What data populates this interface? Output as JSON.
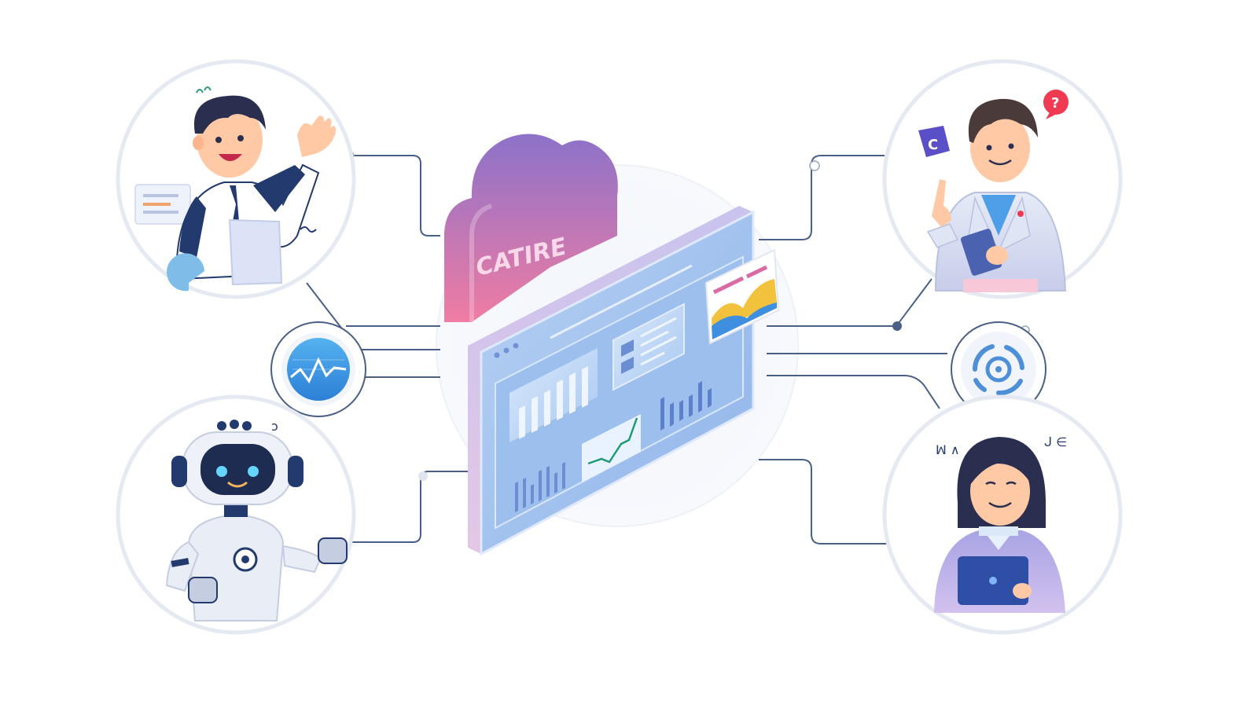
{
  "cloud": {
    "label": "CATIRE"
  },
  "colors": {
    "line": "#4a5f86",
    "circle_stroke": "#e4e9f2",
    "cloud_top": "#8b6fc8",
    "cloud_bottom": "#ef7fa4",
    "screen": "#a8c8ee",
    "screen_dark": "#6f93d6",
    "navy": "#233a6e",
    "skin": "#ffc9a6",
    "hair": "#2a2f4f",
    "accent_red": "#ef3a52",
    "accent_purple": "#5b4fc7",
    "accent_blue": "#3f8fe0"
  },
  "nodes": {
    "presenter": {
      "icon": "presenter-icon"
    },
    "doctor": {
      "icon": "doctor-icon",
      "badge_symbol": "?",
      "bubble_symbol": "C"
    },
    "robot": {
      "icon": "robot-icon"
    },
    "woman": {
      "icon": "woman-laptop-icon"
    },
    "analytics": {
      "icon": "line-chart-icon"
    },
    "target": {
      "icon": "target-icon"
    }
  },
  "doodles": {
    "robot_side": "ɔ",
    "woman_left": "ꟽ ∧",
    "woman_right": "ᒍ ∈"
  }
}
